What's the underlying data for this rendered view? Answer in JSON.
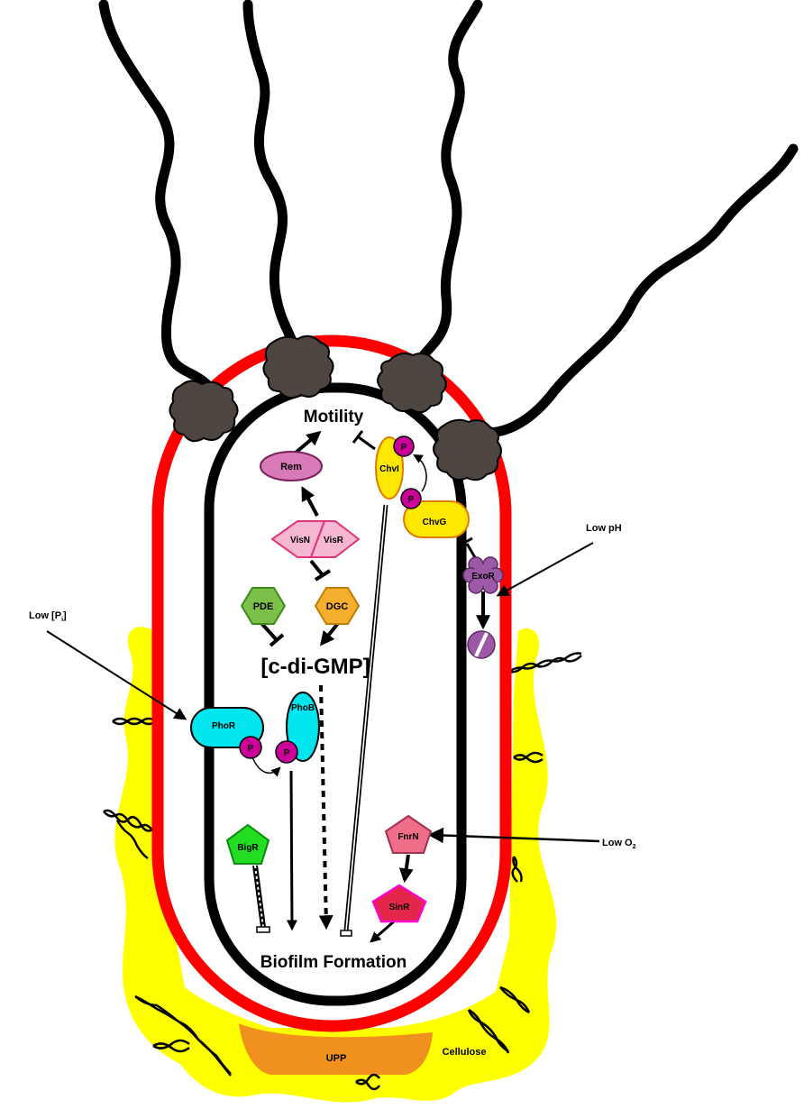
{
  "labels": {
    "motility": "Motility",
    "biofilm_formation": "Biofilm Formation",
    "c_di_gmp": "[c-di-GMP]",
    "rem": "Rem",
    "visn": "VisN",
    "visr": "VisR",
    "pde": "PDE",
    "dgc": "DGC",
    "chvi": "ChvI",
    "chvg": "ChvG",
    "exor": "ExoR",
    "phor": "PhoR",
    "phob": "PhoB",
    "bigr": "BigR",
    "fnrn": "FnrN",
    "sinr": "SinR",
    "phospho": "P",
    "upp": "UPP",
    "cellulose": "Cellulose",
    "low_ph": "Low pH",
    "low_pi_prefix": "Low [P",
    "low_pi_sub": "i",
    "low_pi_suffix": "]",
    "low_o2_prefix": "Low O",
    "low_o2_sub": "2"
  },
  "colors": {
    "outer_membrane": "#ff0000",
    "inner_membrane": "#000000",
    "flagella": "#000000",
    "motor": "#4d4540",
    "biofilm_matrix": "#ffff00",
    "upp": "#f0901e",
    "rem": "#d97ab8",
    "visnr": "#f7b6d2",
    "pde": "#7cc04a",
    "dgc": "#f6ae2d",
    "chv": "#ffe800",
    "exor": "#9b59a6",
    "phos": "#cc0099",
    "phor_phob": "#00e5ee",
    "bigr": "#22dd22",
    "fnrn": "#ef6f8a",
    "sinr": "#e3264a"
  }
}
